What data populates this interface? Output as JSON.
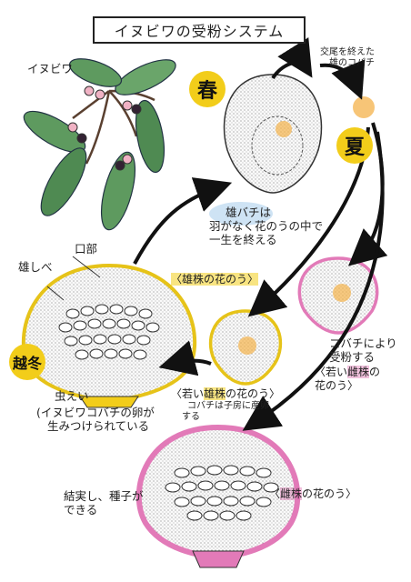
{
  "title": "イヌビワの受粉システム",
  "plant_label": "イヌビワ",
  "seasons": {
    "spring": "春",
    "summer": "夏",
    "autumn_winter": "越冬"
  },
  "labels": {
    "mouth": "口部",
    "stamen": "雄しべ",
    "insect_gall": "虫えい",
    "insect_gall_note_1": "(イヌビワコバチの卵が",
    "insect_gall_note_2": "生みつけられている",
    "male_wasp_note_1": "交尾を終えた",
    "male_wasp_note_2": "雄のコバチ",
    "male_fate_1": "雄バチは",
    "male_fate_2": "羽がなく花のうの中で",
    "male_fate_3": "一生を終える",
    "pollination_1": "コバチにより",
    "pollination_2": "受粉する",
    "seed_1": "結実し、種子が",
    "seed_2": "できる"
  },
  "captions": {
    "male_syconium": "〈雄株の花のう〉",
    "young_male_prefix": "〈若い",
    "young_male_hl": "雄株",
    "young_male_suffix": "の花のう〉",
    "young_male_note_1": "コバチは子房に産卵",
    "young_male_note_2": "する",
    "young_female_prefix": "〈若い",
    "young_female_hl": "雌株",
    "young_female_suffix": "の",
    "young_female_line2": "花のう〉",
    "female_prefix": "〈",
    "female_hl": "雌株",
    "female_suffix": "の花のう〉"
  },
  "colors": {
    "male_accent": "#f2cd1a",
    "female_accent": "#e27ab8",
    "leaf": "#4f8a52",
    "fruit_pink": "#f0b2c4",
    "fruit_dark": "#332233",
    "wasp_glow": "#f4b24a",
    "note_blue": "#b9d7f0"
  }
}
